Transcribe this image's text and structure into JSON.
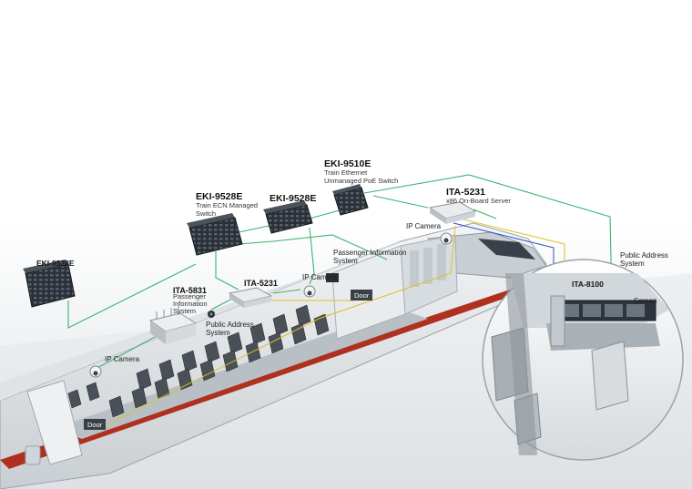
{
  "devices": {
    "eki9510e": {
      "model": "EKI-9510E",
      "desc1": "Train Ethernet",
      "desc2": "Unmanaged PoE Switch"
    },
    "eki9528e_center": {
      "model": "EKI-9528E",
      "desc1": "Train ECN Managed",
      "desc2": "Switch"
    },
    "eki9528e_right": {
      "model": "EKI-9528E"
    },
    "eki9528e_left": {
      "model": "EKI-9528E"
    },
    "ita5231_top": {
      "model": "ITA-5231",
      "desc1": "x86 On-Board Server"
    },
    "ita5231_mid": {
      "model": "ITA-5231"
    },
    "ita5831": {
      "model": "ITA-5831",
      "desc1": "Passenger",
      "desc2": "Information",
      "desc3": "System"
    },
    "ita8100": {
      "model": "ITA-8100"
    }
  },
  "labels": {
    "ip_camera_top": "IP Camera",
    "ip_camera_mid": "IP Camera",
    "ip_camera_left": "IP Camera",
    "pis_1": "Passenger Information",
    "pis_2": "System",
    "pa_mid_1": "Public Address",
    "pa_mid_2": "System",
    "pa_right_1": "Public Address",
    "pa_right_2": "System",
    "screen": "Screen",
    "door_front": "Door",
    "door_rear": "Door"
  },
  "colors": {
    "ethernet_link": "#3cb371",
    "signal_link_yellow": "#e0c020",
    "signal_link_blue": "#3050c0",
    "train_red_stripe": "#b03020",
    "device_dark": "#2b3038"
  }
}
